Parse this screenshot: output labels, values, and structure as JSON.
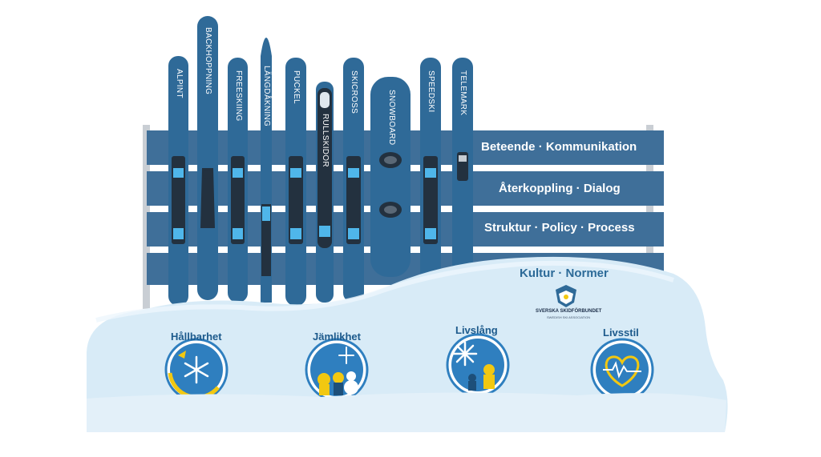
{
  "colors": {
    "board": "#3f6f99",
    "ski": "#2f6a98",
    "ski_dark": "#1f4f78",
    "binding": "#23313f",
    "binding_accent": "#4fb6ea",
    "snow": "#d8ebf7",
    "snow_light": "#eef6fc",
    "badge_ring": "#2f7fbf",
    "badge_gold": "#f2c811",
    "text_blue": "#1d5a8c"
  },
  "skis": [
    {
      "label": "ALPINT"
    },
    {
      "label": "BACKHOPPNING"
    },
    {
      "label": "FREESKIING"
    },
    {
      "label": "LÄNGDÅKNING"
    },
    {
      "label": "PUCKEL"
    },
    {
      "label": "RULLSKIDOR"
    },
    {
      "label": "SKICROSS"
    },
    {
      "label": "SNOWBOARD"
    },
    {
      "label": "SPEEDSKI"
    },
    {
      "label": "TELEMARK"
    }
  ],
  "fence_boards": [
    {
      "text": "Beteende · Kommunikation"
    },
    {
      "text": "Återkoppling · Dialog"
    },
    {
      "text": "Struktur · Policy · Process"
    }
  ],
  "culture_text": "Kultur · Normer",
  "logo": {
    "name": "SVERSKA SKIDFÖRBUNDET",
    "subtitle": "SWEDISH SKI ASSOCIATION",
    "icon": "ski-federation-crest-icon"
  },
  "values": [
    {
      "label": "Hållbarhet",
      "icon": "snowflake-cycle-icon"
    },
    {
      "label": "Jämlikhet",
      "icon": "people-snowman-icon"
    },
    {
      "label": "Livslång",
      "icon": "snowflake-people-icon"
    },
    {
      "label": "Livsstil",
      "icon": "heart-pulse-icon"
    }
  ]
}
